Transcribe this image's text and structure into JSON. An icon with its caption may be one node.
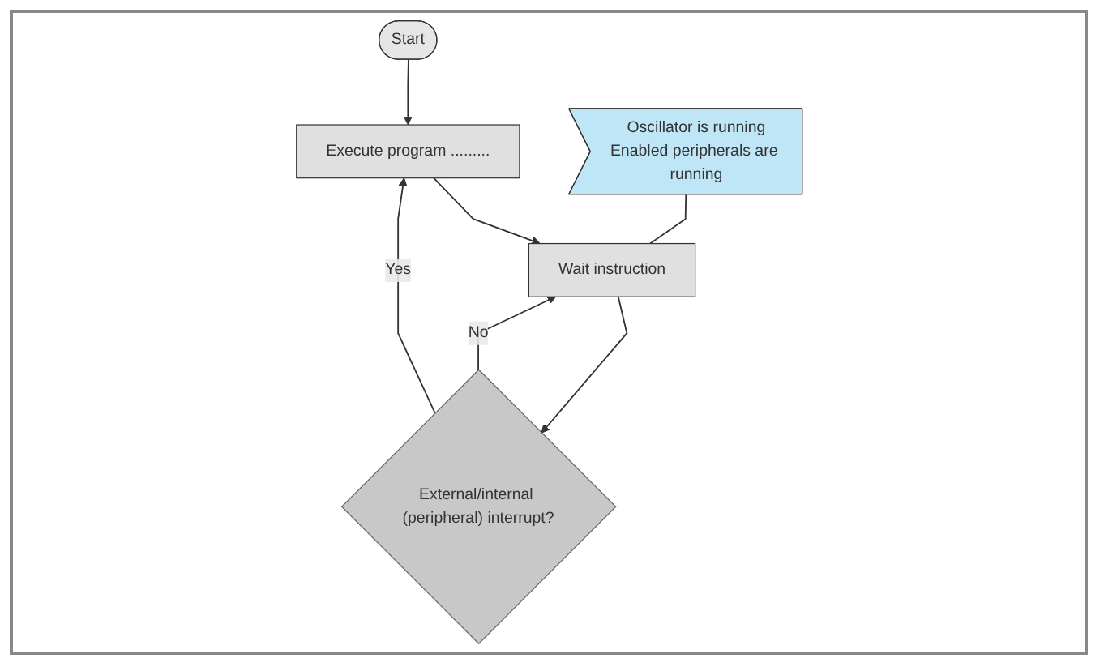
{
  "diagram": {
    "nodes": [
      {
        "text": [
          "Start"
        ]
      },
      {
        "text": [
          "Execute program ........."
        ]
      },
      {
        "text": [
          "Wait instruction"
        ]
      },
      {
        "text": [
          "External/internal (peripheral) interrupt?"
        ]
      },
      {
        "text": [
          "Oscillator is running",
          "Enabled peripherals are running"
        ]
      }
    ],
    "edges": [
      {
        "from": 0,
        "to": 1,
        "arrow": "to"
      },
      {
        "from": 1,
        "to": 2,
        "arrow": "to"
      },
      {
        "from": 2,
        "to": 3,
        "arrow": "to"
      },
      {
        "from": 3,
        "to": 2,
        "arrow": "to",
        "label": "No"
      },
      {
        "from": 3,
        "to": 1,
        "arrow": "to",
        "label": "Yes"
      },
      {
        "from": 4,
        "to": 2,
        "arrow": "none"
      }
    ]
  }
}
